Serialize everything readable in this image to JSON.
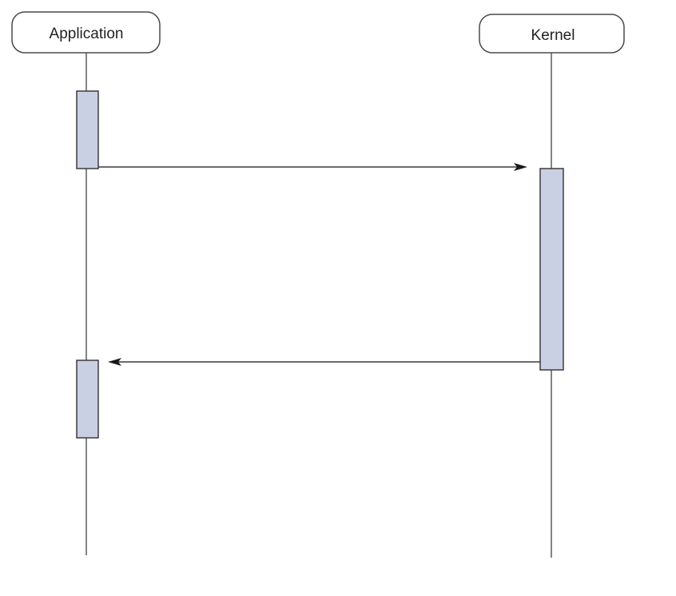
{
  "diagram": {
    "type": "sequence",
    "participants": [
      {
        "id": "application",
        "label": "Application"
      },
      {
        "id": "kernel",
        "label": "Kernel"
      }
    ],
    "messages": [
      {
        "from": "application",
        "to": "kernel",
        "label": ""
      },
      {
        "from": "kernel",
        "to": "application",
        "label": ""
      }
    ],
    "colors": {
      "activation_fill": "#c9d0e4",
      "line": "#3a3a3a",
      "box_border": "#4a4a4a"
    }
  }
}
